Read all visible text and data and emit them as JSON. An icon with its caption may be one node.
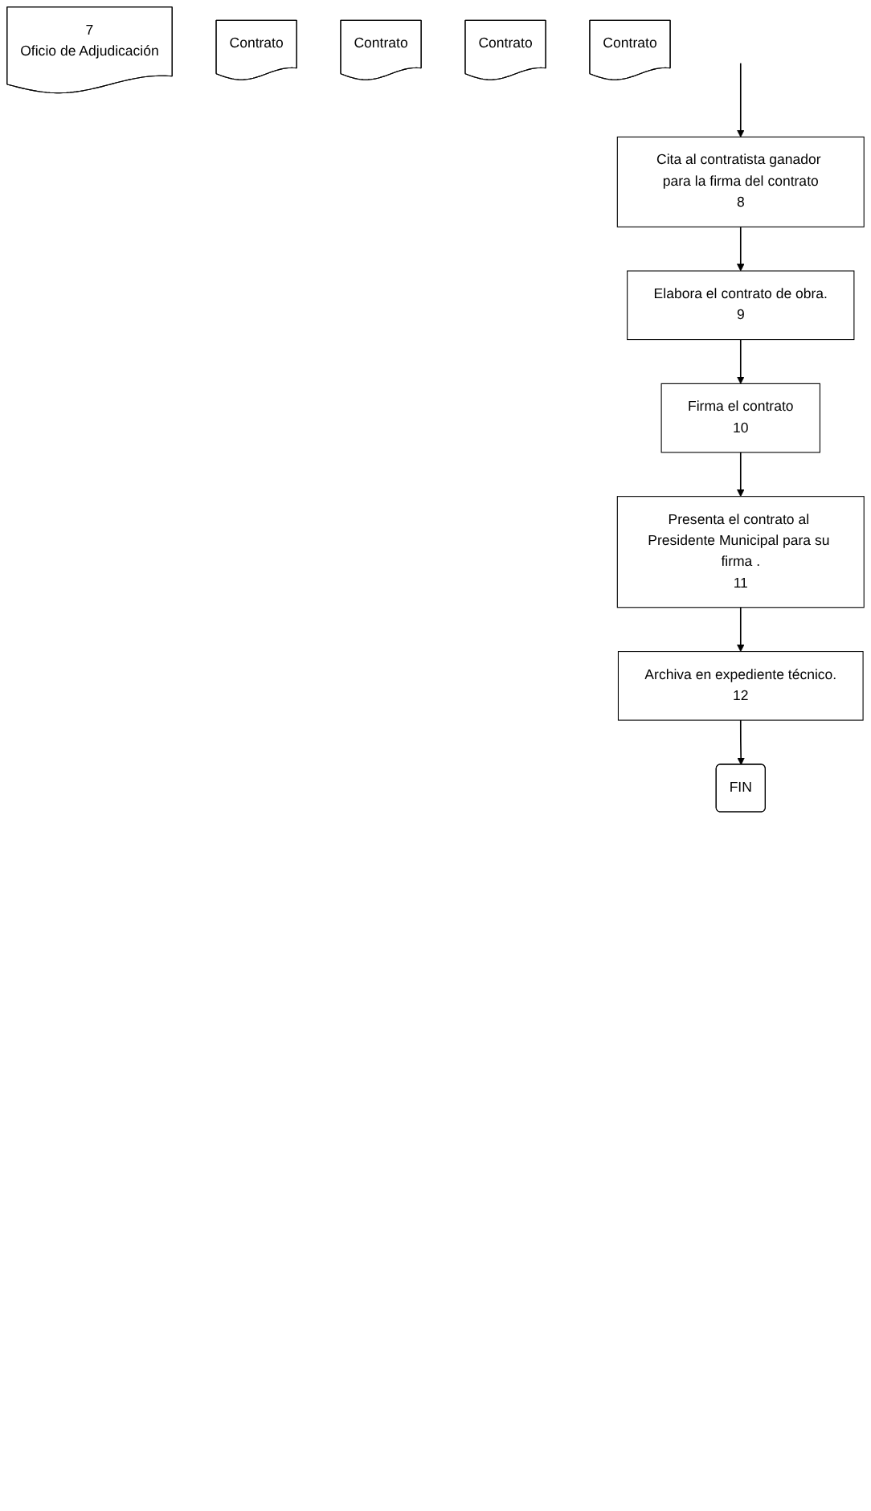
{
  "diagram": {
    "nodes": [
      {
        "text": [
          "7",
          "Oficio de Adjudicación"
        ]
      },
      {
        "text": [
          "Cita al contratista ganador para la firma del contrato",
          "8"
        ]
      },
      {
        "text": [
          "Elabora el contrato de obra.",
          "9"
        ]
      },
      {
        "text": [
          "Contrato"
        ]
      },
      {
        "text": [
          "Firma el contrato",
          "10"
        ]
      },
      {
        "text": [
          "Contrato"
        ]
      },
      {
        "text": [
          "Presenta el contrato al Presidente Municipal para su firma .",
          "11"
        ]
      },
      {
        "text": [
          "Contrato"
        ]
      },
      {
        "text": [
          "Archiva en expediente técnico.",
          "12"
        ]
      },
      {
        "text": [
          "Contrato"
        ]
      },
      {
        "text": [
          "FIN"
        ]
      }
    ],
    "edges": [
      {
        "from": null,
        "to": 1,
        "arrow": "to"
      },
      {
        "from": 1,
        "to": 2,
        "arrow": "to"
      },
      {
        "from": 2,
        "to": 4,
        "arrow": "to"
      },
      {
        "from": 4,
        "to": 6,
        "arrow": "to"
      },
      {
        "from": 6,
        "to": 8,
        "arrow": "to"
      },
      {
        "from": 8,
        "to": 10,
        "arrow": "to"
      }
    ]
  }
}
